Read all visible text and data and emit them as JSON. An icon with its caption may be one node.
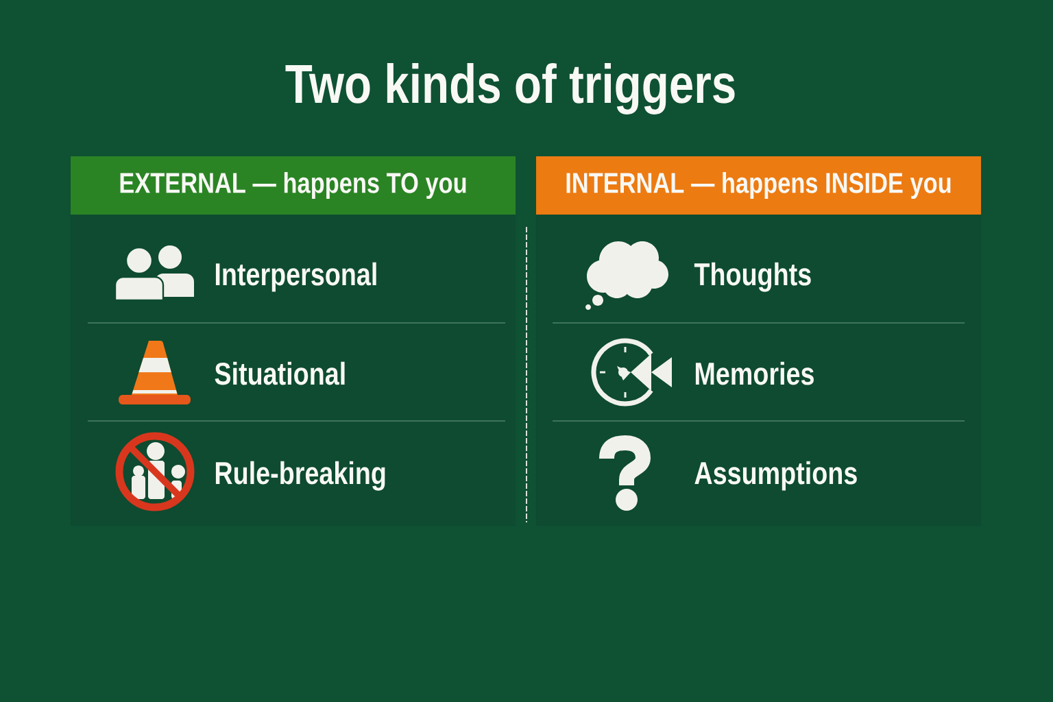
{
  "diagram": {
    "title": "Two kinds of triggers",
    "nodes": [
      {
        "text": [
          "EXTERNAL — happens TO you"
        ]
      },
      {
        "text": [
          "Interpersonal"
        ],
        "in": 0
      },
      {
        "text": [
          "Situational"
        ],
        "in": 0
      },
      {
        "text": [
          "Rule-breaking"
        ],
        "in": 0
      },
      {
        "text": [
          "INTERNAL — happens INSIDE you"
        ]
      },
      {
        "text": [
          "Thoughts"
        ],
        "in": 4
      },
      {
        "text": [
          "Memories"
        ],
        "in": 4
      },
      {
        "text": [
          "Assumptions"
        ],
        "in": 4
      }
    ]
  }
}
